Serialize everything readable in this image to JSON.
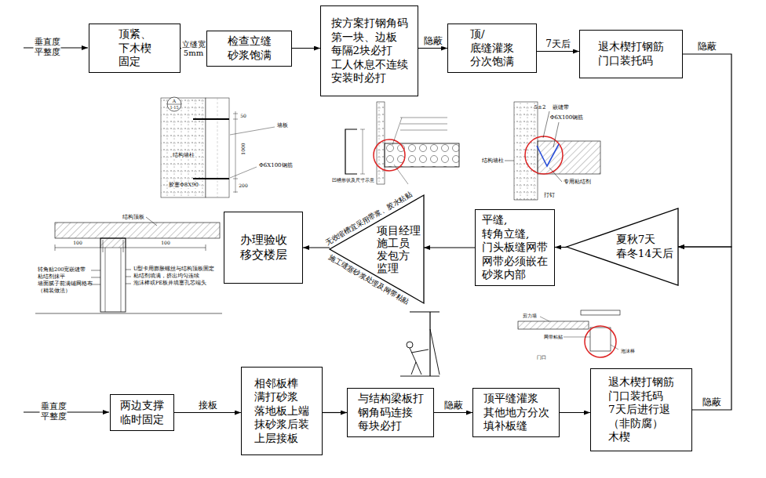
{
  "diagram": {
    "nodes": [
      {
        "text": [
          "顶紧、下木楔 固定"
        ]
      },
      {
        "text": [
          "检查立缝 砂浆饱满"
        ]
      },
      {
        "text": [
          "按方案打钢角码 第一块、边板 每隔2块必打 工人休息不连续 安装时必打"
        ]
      },
      {
        "text": [
          "顶/底缝灌浆 分次饱满"
        ]
      },
      {
        "text": [
          "退木楔打钢筋 门口装托码"
        ]
      },
      {
        "text": [
          "夏秋7天 春冬14天后"
        ]
      },
      {
        "text": [
          "平缝,转角立缝, 门头板缝网带 网带必须嵌在 砂浆内部"
        ]
      },
      {
        "text": [
          "项目经理 施工员 发包方 监理"
        ]
      },
      {
        "text": [
          "办理验收 移交楼层"
        ]
      },
      {
        "text": [
          "两边支撑 临时固定"
        ]
      },
      {
        "text": [
          "相邻板榫 满打砂浆 落地板上端 抹砂浆后装 上层接板"
        ]
      },
      {
        "text": [
          "与结构梁板打 钢角码连接 每块必打"
        ]
      },
      {
        "text": [
          "顶平缝灌浆 其他地方分次 填补板缝"
        ]
      },
      {
        "text": [
          "退木楔打钢筋 门口装托码 7天后进行退 （非防腐）木楔"
        ]
      }
    ],
    "edges": [
      {
        "from": 0,
        "to": 1,
        "label": "立缝宽 5mm",
        "arrow": "to"
      },
      {
        "from": 1,
        "to": 2,
        "arrow": "to"
      },
      {
        "from": 2,
        "to": 3,
        "label": "隐蔽",
        "arrow": "to"
      },
      {
        "from": 3,
        "to": 4,
        "label": "7天后",
        "arrow": "to"
      },
      {
        "from": 4,
        "to": 5,
        "label": "隐蔽",
        "arrow": "to"
      },
      {
        "from": 5,
        "to": 6,
        "arrow": "to"
      },
      {
        "from": 6,
        "to": 7,
        "arrow": "to"
      },
      {
        "from": 7,
        "to": 8,
        "arrow": "to"
      },
      {
        "from": 9,
        "to": 10,
        "label": "接板",
        "arrow": "to"
      },
      {
        "from": 10,
        "to": 11,
        "arrow": "to"
      },
      {
        "from": 11,
        "to": 12,
        "label": "隐蔽",
        "arrow": "to"
      },
      {
        "from": 12,
        "to": 13,
        "arrow": "to"
      },
      {
        "from": 13,
        "to": 5,
        "label": "隐蔽",
        "arrow": "to"
      }
    ],
    "labels": [
      "垂直度 平整度",
      "垂直度 平整度",
      "无收缩槽宜采用带浆、胶水粘贴",
      "施工缝塞砂浆处理及网带粘贴",
      "A",
      "1-15",
      "50",
      "1000",
      "200",
      "墙板",
      "Φ6X100钢筋",
      "结构墙柱",
      "胶塞Φ8X90",
      "凹槽形状及尺寸示意",
      "5±2",
      "嵌缝带",
      "Φ6X100钢筋",
      "结构墙柱",
      "专用粘结剂",
      "打钉",
      "结构顶板",
      "100",
      "100",
      "转角贴200宽嵌缝带",
      "粘结剂抹平",
      "墙面腻子前满铺网格布",
      "（精装做法）",
      "U型卡用膨胀螺丝与结构顶板固定",
      "粘结剂填满，挤出均匀连续",
      "泡沫棒或PE板并填塞孔芯端头",
      "剪力墙",
      "网带粘贴",
      "泡沫棒",
      "门口"
    ]
  }
}
